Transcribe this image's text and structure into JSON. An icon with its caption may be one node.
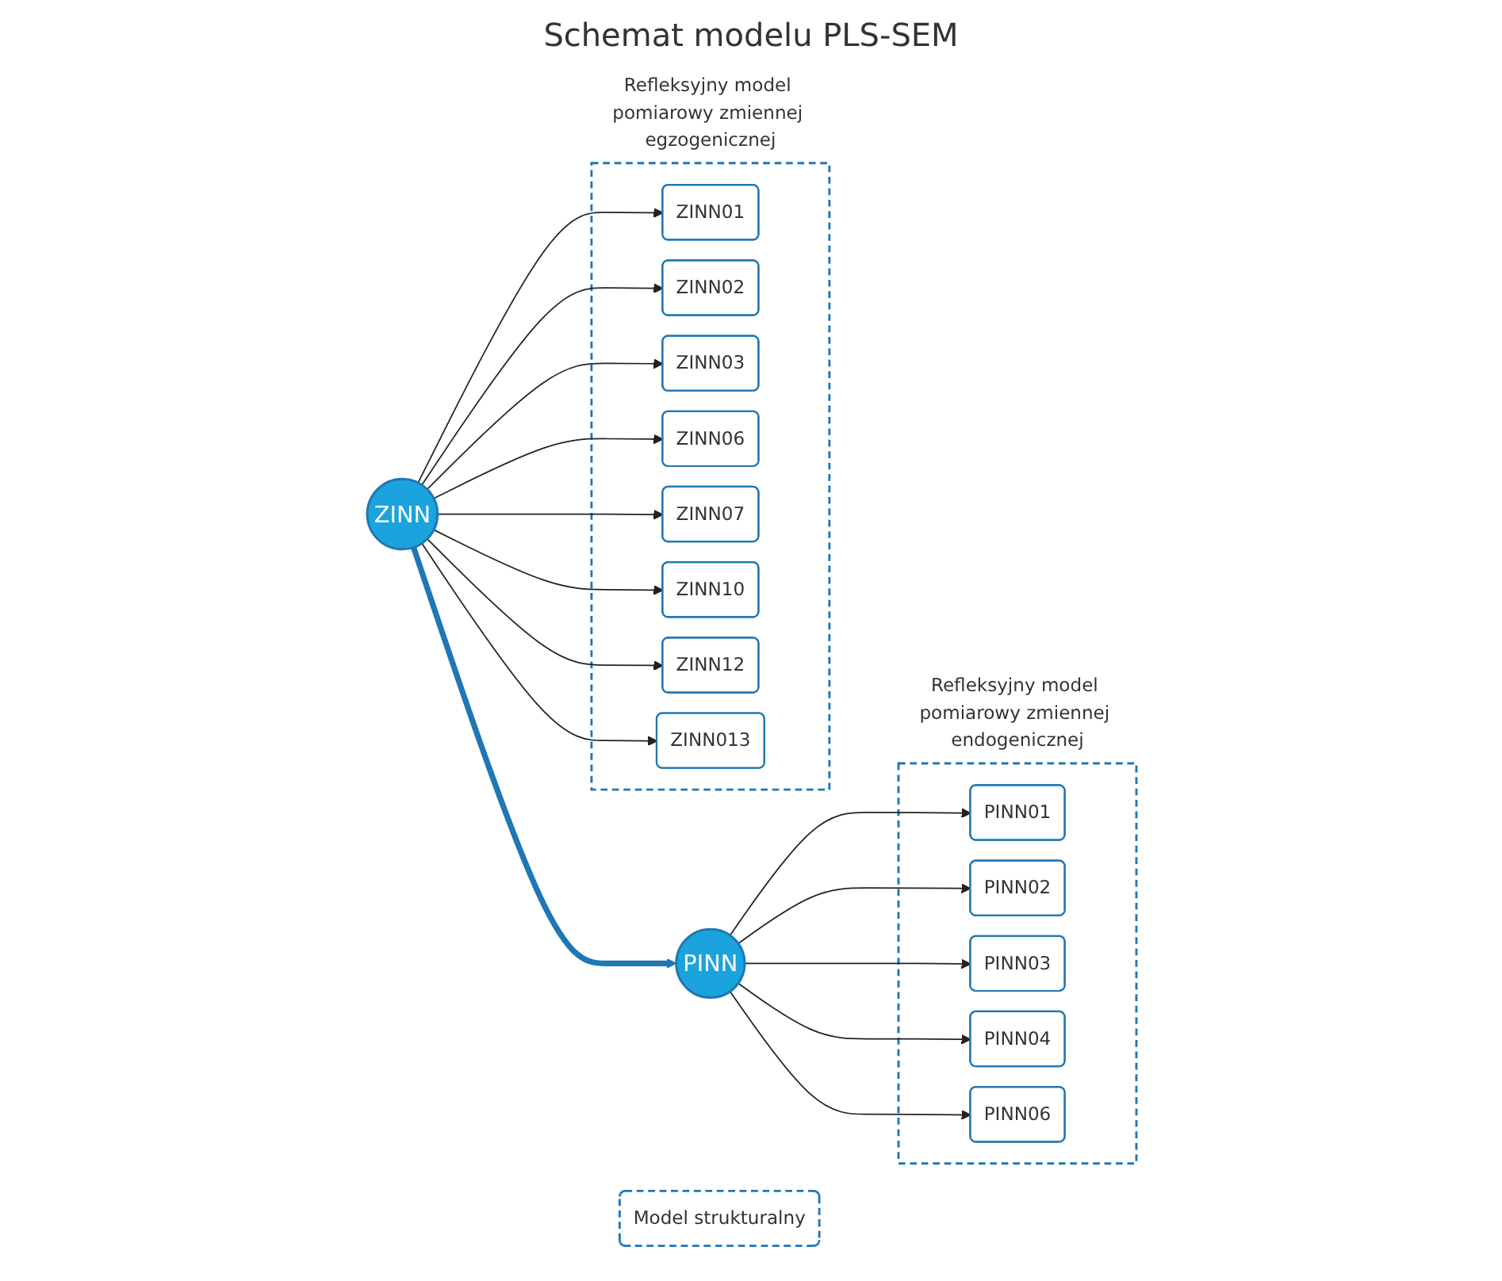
{
  "diagram": {
    "title": "Schemat modelu PLS-SEM",
    "nodes": [
      {
        "text": [
          "Refleksyjny model pomiarowy zmiennej egzogenicznej"
        ]
      },
      {
        "text": [
          "ZINN01"
        ],
        "in": 0
      },
      {
        "text": [
          "ZINN02"
        ],
        "in": 0
      },
      {
        "text": [
          "ZINN03"
        ],
        "in": 0
      },
      {
        "text": [
          "ZINN06"
        ],
        "in": 0
      },
      {
        "text": [
          "ZINN07"
        ],
        "in": 0
      },
      {
        "text": [
          "ZINN10"
        ],
        "in": 0
      },
      {
        "text": [
          "ZINN12"
        ],
        "in": 0
      },
      {
        "text": [
          "ZINN013"
        ],
        "in": 0
      },
      {
        "text": [
          "ZINN"
        ]
      },
      {
        "text": [
          "Model strukturalny"
        ]
      },
      {
        "text": [
          "Refleksyjny model pomiarowy zmiennej endogenicznej"
        ]
      },
      {
        "text": [
          "PINN"
        ]
      },
      {
        "text": [
          "PINN01"
        ],
        "in": 11
      },
      {
        "text": [
          "PINN02"
        ],
        "in": 11
      },
      {
        "text": [
          "PINN03"
        ],
        "in": 11
      },
      {
        "text": [
          "PINN04"
        ],
        "in": 11
      },
      {
        "text": [
          "PINN06"
        ],
        "in": 11
      }
    ],
    "edges": [
      {
        "from": 9,
        "to": 1,
        "arrow": "to"
      },
      {
        "from": 9,
        "to": 2,
        "arrow": "to"
      },
      {
        "from": 9,
        "to": 3,
        "arrow": "to"
      },
      {
        "from": 9,
        "to": 4,
        "arrow": "to"
      },
      {
        "from": 9,
        "to": 5,
        "arrow": "to"
      },
      {
        "from": 9,
        "to": 6,
        "arrow": "to"
      },
      {
        "from": 9,
        "to": 7,
        "arrow": "to"
      },
      {
        "from": 9,
        "to": 8,
        "arrow": "to"
      },
      {
        "from": 9,
        "to": 12,
        "arrow": "to",
        "style": "thick",
        "color": "#1f77b4"
      },
      {
        "from": 12,
        "to": 13,
        "arrow": "to"
      },
      {
        "from": 12,
        "to": 14,
        "arrow": "to"
      },
      {
        "from": 12,
        "to": 15,
        "arrow": "to"
      },
      {
        "from": 12,
        "to": 16,
        "arrow": "to"
      },
      {
        "from": 12,
        "to": 17,
        "arrow": "to"
      }
    ]
  }
}
